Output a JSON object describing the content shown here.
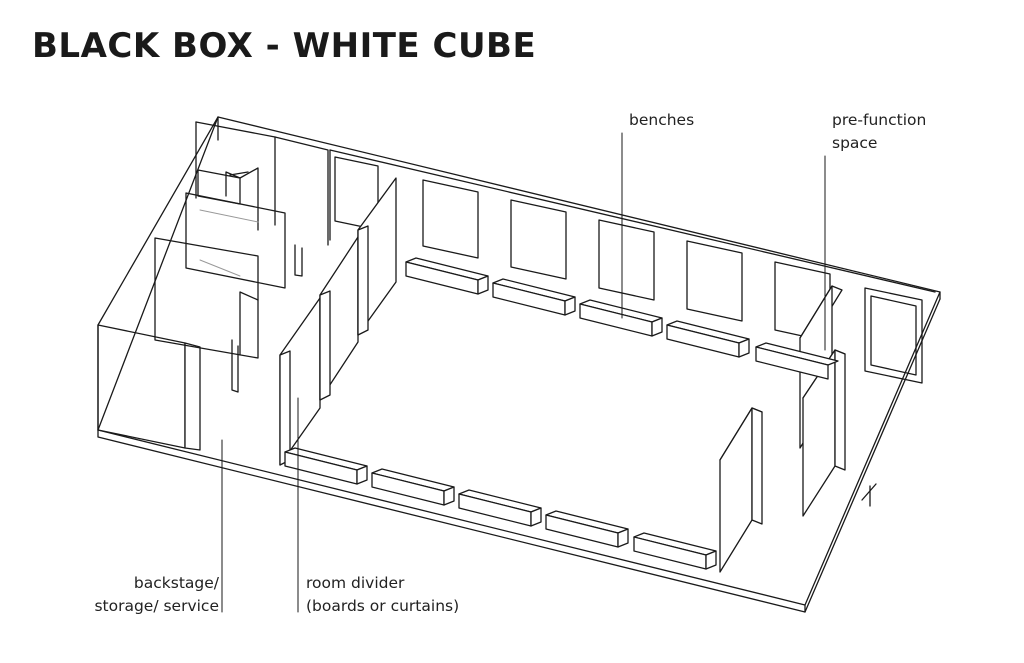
{
  "title": "BLACK BOX - WHITE CUBE",
  "labels": {
    "benches": "benches",
    "pre_function_line1": "pre-function",
    "pre_function_line2": "space",
    "backstage_line1": "backstage/",
    "backstage_line2": "storage/ service",
    "room_divider_line1": "room divider",
    "room_divider_line2": "(boards or curtains)"
  },
  "colors": {
    "ink": "#1a1a1a",
    "hidden": "#999999",
    "paper": "#ffffff"
  }
}
